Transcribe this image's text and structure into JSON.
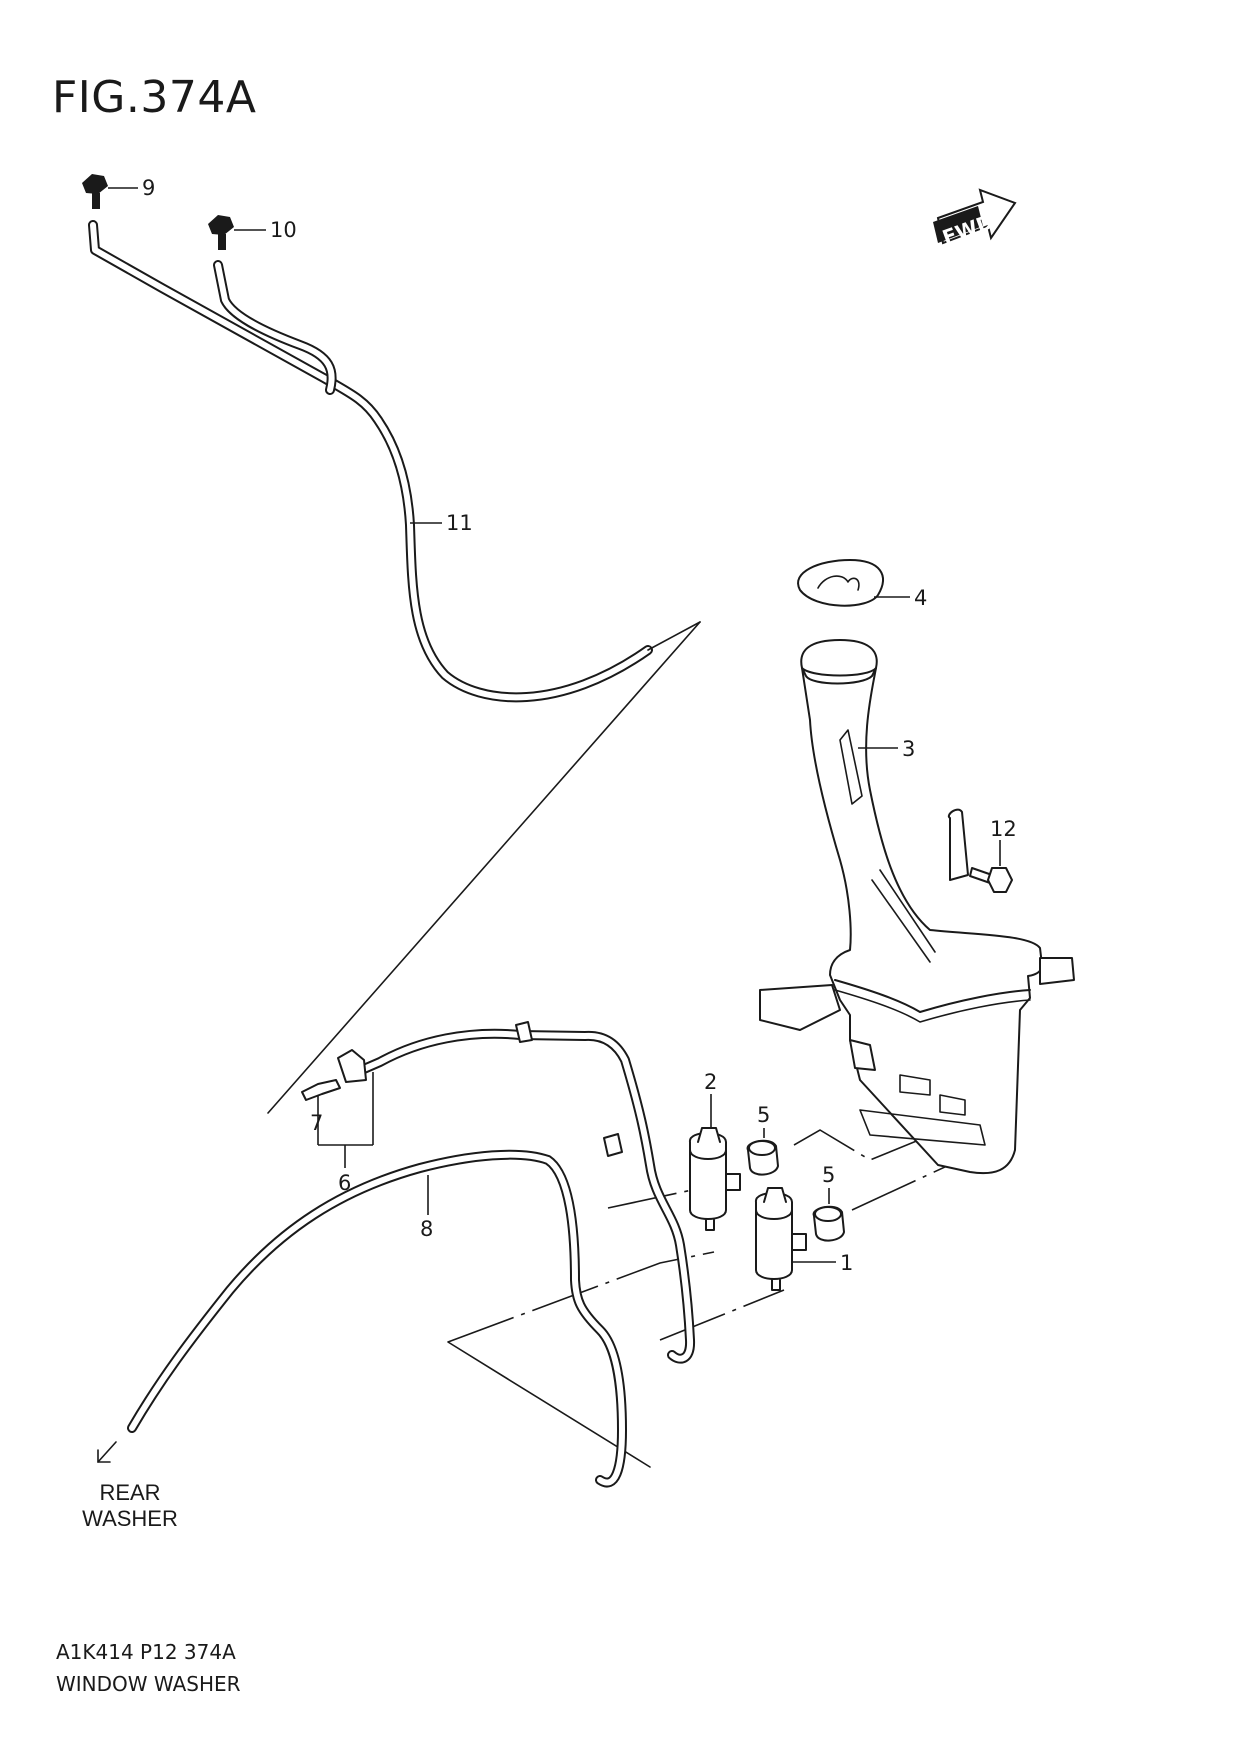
{
  "figure": {
    "title": "FIG.374A",
    "code": "A1K414 P12 374A",
    "name": "WINDOW WASHER"
  },
  "fwd_label": "FWD",
  "rear_washer": {
    "line1": "REAR",
    "line2": "WASHER"
  },
  "callouts": [
    {
      "id": "9",
      "text": "9"
    },
    {
      "id": "10",
      "text": "10"
    },
    {
      "id": "11",
      "text": "11"
    },
    {
      "id": "4",
      "text": "4"
    },
    {
      "id": "3",
      "text": "3"
    },
    {
      "id": "12",
      "text": "12"
    },
    {
      "id": "2",
      "text": "2"
    },
    {
      "id": "5a",
      "text": "5"
    },
    {
      "id": "5b",
      "text": "5"
    },
    {
      "id": "1",
      "text": "1"
    },
    {
      "id": "7",
      "text": "7"
    },
    {
      "id": "6",
      "text": "6"
    },
    {
      "id": "8",
      "text": "8"
    }
  ]
}
